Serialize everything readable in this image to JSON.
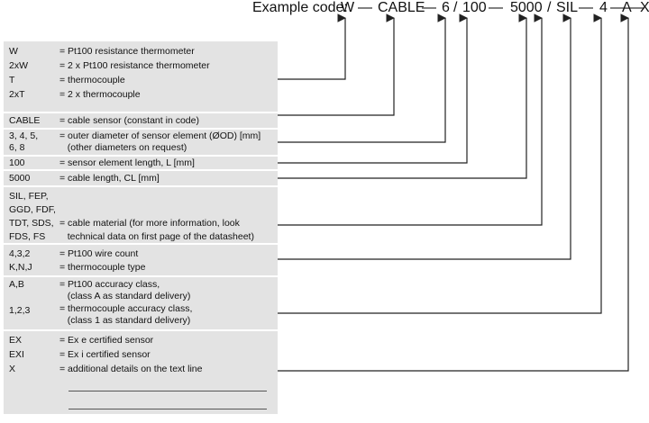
{
  "header": {
    "label": "Example code:",
    "parts": [
      "W",
      "CABLE",
      "6",
      "100",
      "5000",
      "SIL",
      "4",
      "A",
      "X"
    ],
    "separators": [
      "—",
      "—",
      "/",
      "—",
      "/",
      "—",
      "—",
      "—"
    ]
  },
  "sections": [
    {
      "rows": [
        {
          "key": "W",
          "desc": "= Pt100 resistance thermometer"
        },
        {
          "key": "2xW",
          "desc": "= 2 x Pt100 resistance thermometer"
        },
        {
          "key": "T",
          "desc": "= thermocouple"
        },
        {
          "key": "2xT",
          "desc": "= 2 x thermocouple"
        }
      ]
    },
    {
      "rows": [
        {
          "key": "CABLE",
          "desc": "= cable sensor (constant in code)"
        }
      ]
    },
    {
      "rows": [
        {
          "key": "3, 4, 5,\n6, 8",
          "desc": "= outer diameter of sensor element (ØOD) [mm]\n   (other diameters on request)"
        }
      ]
    },
    {
      "rows": [
        {
          "key": "100",
          "desc": "= sensor element length, L [mm]"
        }
      ]
    },
    {
      "rows": [
        {
          "key": "5000",
          "desc": "= cable length, CL [mm]"
        }
      ]
    },
    {
      "rows": [
        {
          "key": "SIL, FEP,\nGGD, FDF,\nTDT, SDS,\nFDS, FS",
          "desc": "\n\n= cable material (for more information, look\n   technical data on first page of the datasheet)"
        }
      ]
    },
    {
      "rows": [
        {
          "key": "4,3,2",
          "desc": "= Pt100 wire count"
        },
        {
          "key": "K,N,J",
          "desc": "= thermocouple type"
        }
      ]
    },
    {
      "rows": [
        {
          "key": "A,B",
          "desc": "= Pt100 accuracy class,\n   (class A as standard delivery)"
        },
        {
          "key": "1,2,3",
          "desc": "= thermocouple accuracy class,\n   (class 1 as standard delivery)"
        }
      ]
    },
    {
      "rows": [
        {
          "key": "EX",
          "desc": "= Ex e certified sensor"
        },
        {
          "key": "EXI",
          "desc": "= Ex i certified sensor"
        },
        {
          "key": "X",
          "desc": "= additional details on the text line"
        }
      ]
    }
  ]
}
